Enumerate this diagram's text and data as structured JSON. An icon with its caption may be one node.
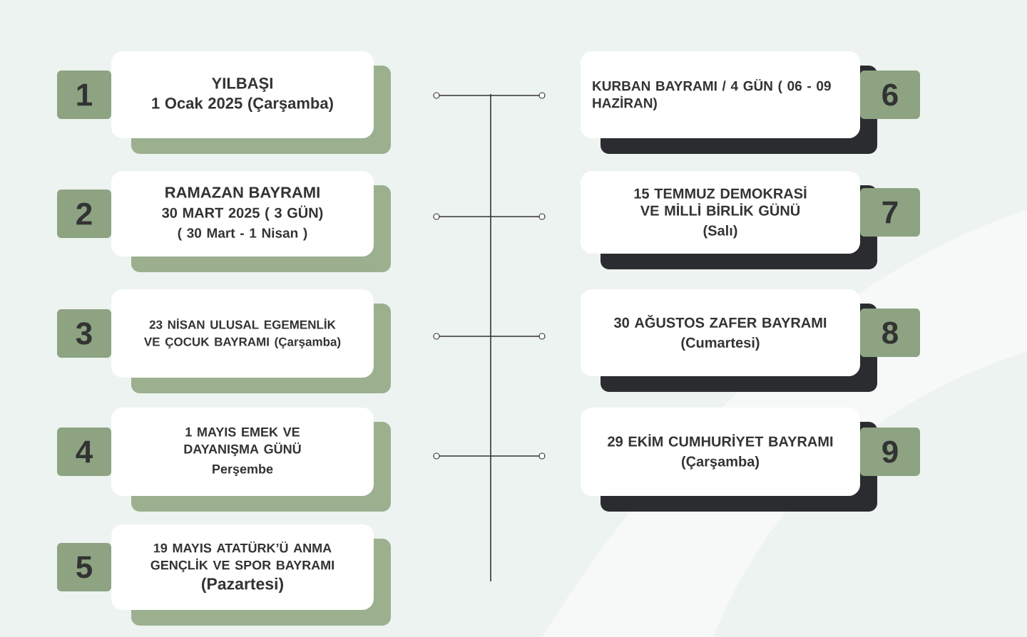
{
  "diagram": {
    "nodes": [
      {
        "text": [
          "YILBAŞI",
          "1 Ocak 2025 (Çarşamba)"
        ],
        "beside": [
          "1"
        ]
      },
      {
        "text": [
          "RAMAZAN BAYRAMI",
          "30 MART 2025 ( 3 GÜN)",
          "( 30 Mart - 1 Nisan )"
        ],
        "beside": [
          "2"
        ]
      },
      {
        "text": [
          "23 NİSAN ULUSAL EGEMENLİK VE ÇOCUK BAYRAMI  (Çarşamba)"
        ],
        "beside": [
          "3"
        ]
      },
      {
        "text": [
          "1 MAYIS EMEK VE DAYANIŞMA GÜNÜ",
          "Perşembe"
        ],
        "beside": [
          "4"
        ]
      },
      {
        "text": [
          "19 MAYIS ATATÜRK’Ü ANMA GENÇLİK VE SPOR BAYRAMI",
          "(Pazartesi)"
        ],
        "beside": [
          "5"
        ]
      },
      {
        "text": [
          "KURBAN BAYRAMI / 4 GÜN ( 06 - 09 HAZİRAN)"
        ],
        "beside": [
          "6"
        ]
      },
      {
        "text": [
          "15 TEMMUZ DEMOKRASİ VE MİLLİ BİRLİK GÜNÜ",
          "(Salı)"
        ],
        "beside": [
          "7"
        ]
      },
      {
        "text": [
          "30 AĞUSTOS ZAFER BAYRAMI",
          "(Cumartesi)"
        ],
        "beside": [
          "8"
        ]
      },
      {
        "text": [
          "29 EKİM CUMHURİYET BAYRAMI",
          "(Çarşamba)"
        ],
        "beside": [
          "9"
        ]
      }
    ]
  }
}
